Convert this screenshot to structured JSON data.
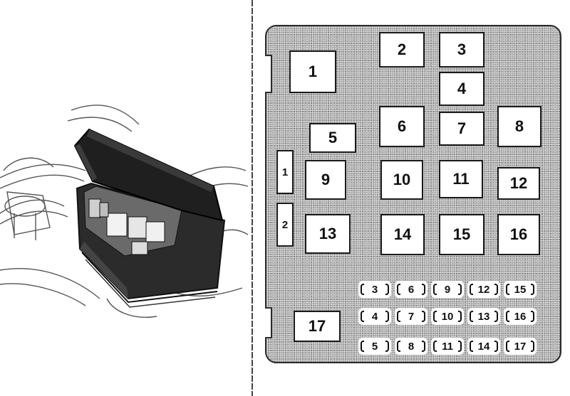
{
  "relays": [
    {
      "label": "1"
    },
    {
      "label": "2"
    },
    {
      "label": "3"
    },
    {
      "label": "4"
    },
    {
      "label": "5"
    },
    {
      "label": "6"
    },
    {
      "label": "7"
    },
    {
      "label": "8"
    },
    {
      "label": "9"
    },
    {
      "label": "10"
    },
    {
      "label": "11"
    },
    {
      "label": "12"
    },
    {
      "label": "13"
    },
    {
      "label": "14"
    },
    {
      "label": "15"
    },
    {
      "label": "16"
    },
    {
      "label": "17"
    }
  ],
  "side_slots": [
    {
      "label": "1"
    },
    {
      "label": "2"
    }
  ],
  "fuses": [
    {
      "label": "3"
    },
    {
      "label": "6"
    },
    {
      "label": "9"
    },
    {
      "label": "12"
    },
    {
      "label": "15"
    },
    {
      "label": "4"
    },
    {
      "label": "7"
    },
    {
      "label": "10"
    },
    {
      "label": "13"
    },
    {
      "label": "16"
    },
    {
      "label": "5"
    },
    {
      "label": "8"
    },
    {
      "label": "11"
    },
    {
      "label": "14"
    },
    {
      "label": "17"
    }
  ]
}
